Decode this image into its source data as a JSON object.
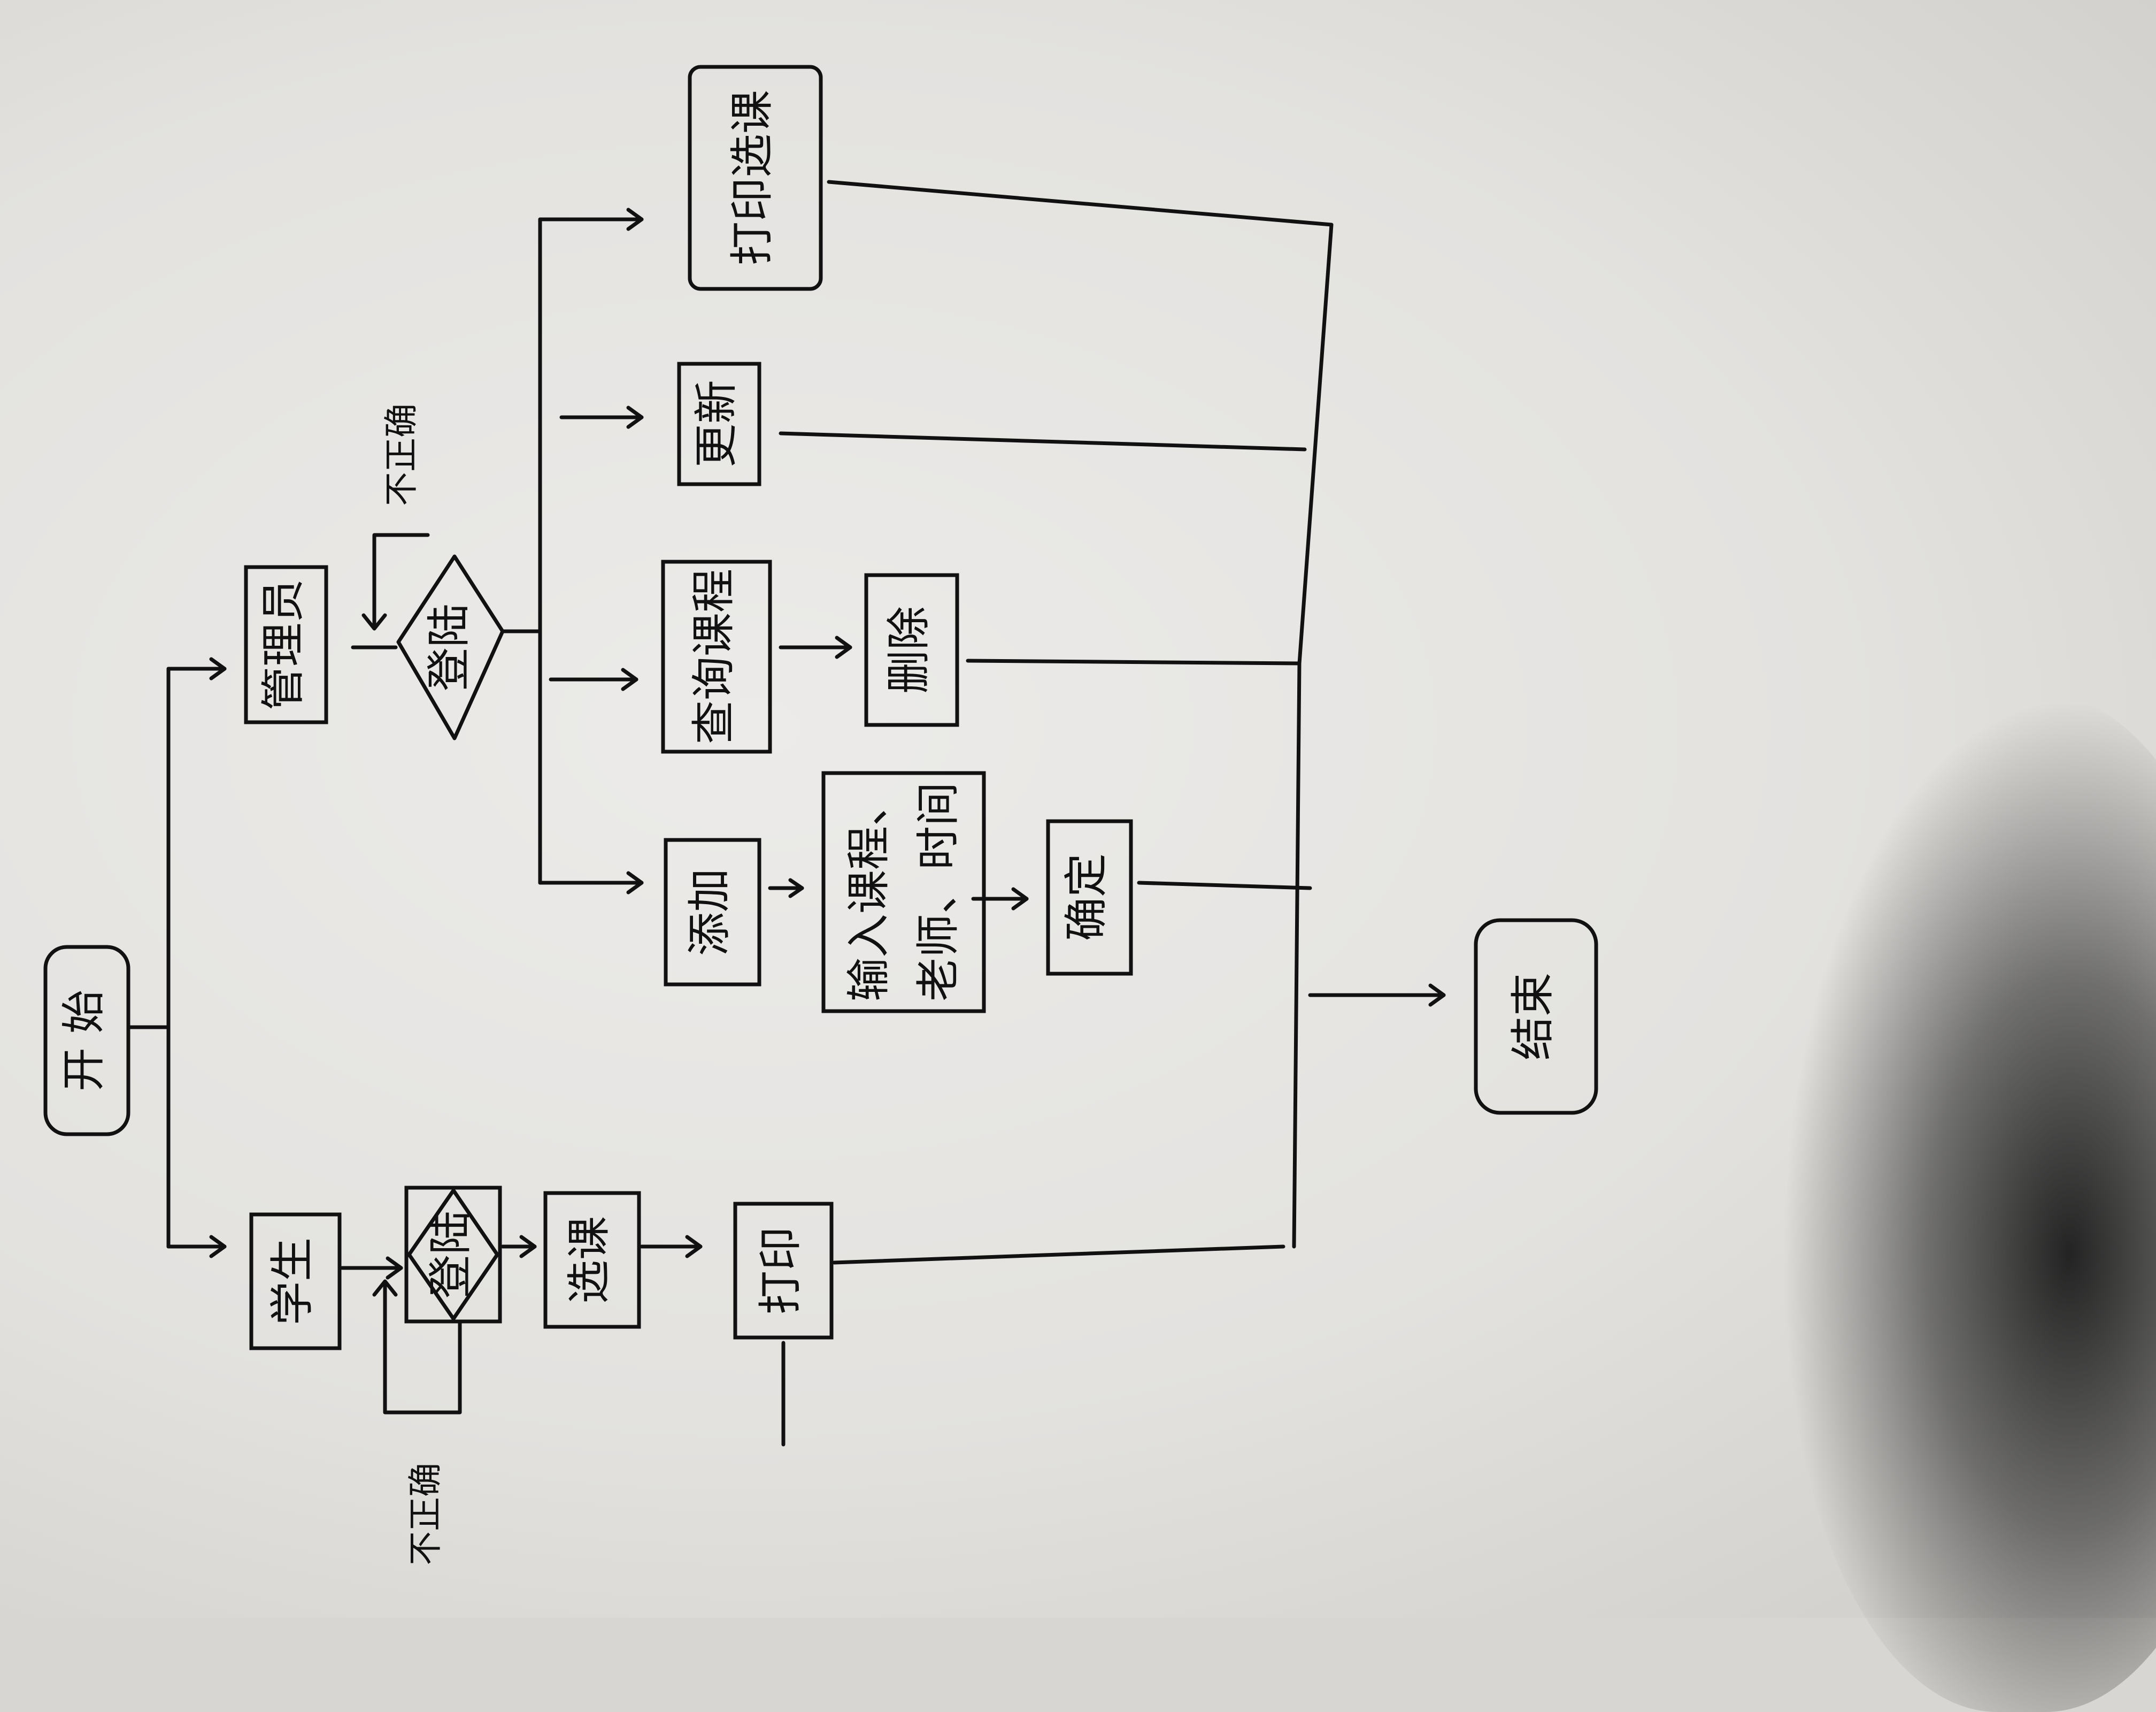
{
  "nodes": {
    "start": "开 始",
    "student": "学生",
    "student_login": "登陆",
    "select_course": "选课",
    "print_student": "打印",
    "admin": "管理员",
    "admin_login": "登陆",
    "add": "添加",
    "input_info_line1": "输入课程、",
    "input_info_line2": "老师、时间",
    "confirm": "确定",
    "query_course": "查询课程",
    "delete": "删除",
    "update": "更新",
    "print_selection": "打印选课",
    "end": "结束"
  },
  "labels": {
    "student_retry": "不正确",
    "admin_retry": "不正确"
  }
}
